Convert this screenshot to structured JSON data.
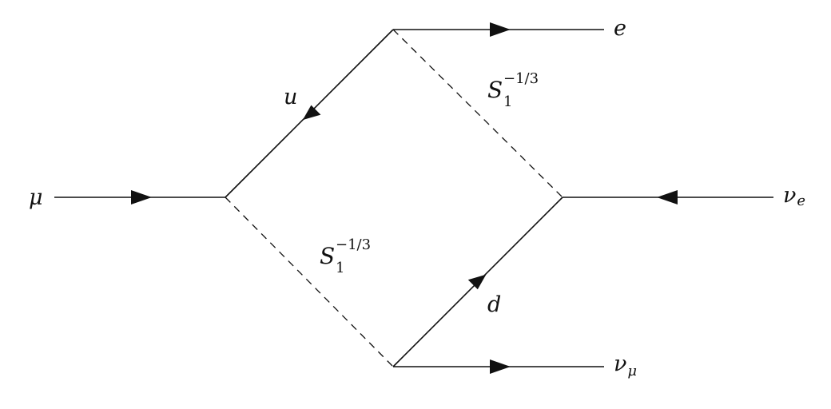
{
  "diagram": {
    "colors": {
      "line": "#111111",
      "background": "#ffffff"
    },
    "labels": {
      "mu": "μ",
      "e": "e",
      "nu_e": "ν",
      "nu_e_sub": "e",
      "nu_mu": "ν",
      "nu_mu_sub": "μ",
      "u": "u",
      "d": "d",
      "s_top": "S",
      "s_top_sub": "1",
      "s_top_sup": "−1/3",
      "s_bottom": "S",
      "s_bottom_sub": "1",
      "s_bottom_sup": "−1/3"
    }
  }
}
